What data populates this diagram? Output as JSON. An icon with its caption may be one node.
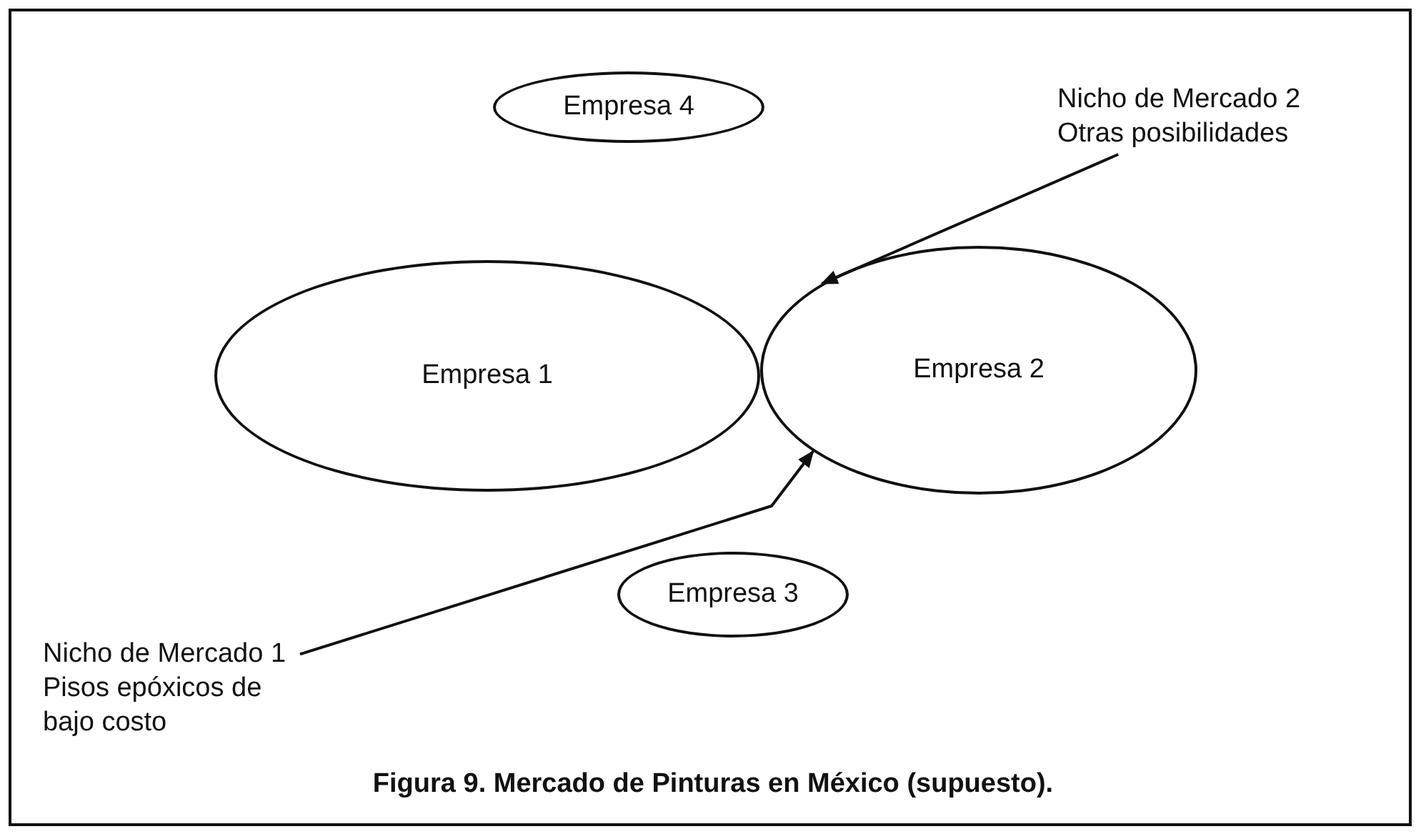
{
  "diagram": {
    "caption": "Figura 9. Mercado de Pinturas en México (supuesto).",
    "nodes": [
      {
        "text": [
          "Empresa 4"
        ]
      },
      {
        "text": [
          "Nicho de Mercado 2 Otras posibilidades"
        ]
      },
      {
        "text": [
          "Empresa 1"
        ]
      },
      {
        "text": [
          "Empresa 2"
        ]
      },
      {
        "text": [
          "Empresa 3"
        ]
      },
      {
        "text": [
          "Nicho de Mercado 1 Pisos epóxicos de bajo costo"
        ]
      }
    ],
    "edges": [
      {
        "from": 1,
        "to": 3,
        "arrow": "to"
      },
      {
        "from": 5,
        "to": 3,
        "arrow": "to"
      }
    ]
  }
}
